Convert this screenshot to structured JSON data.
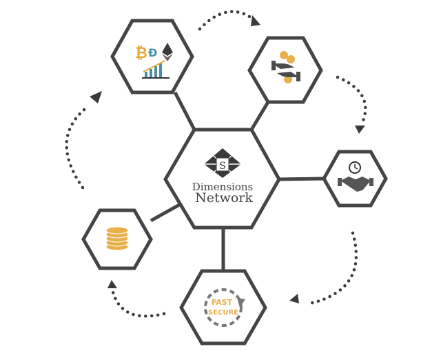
{
  "center": {
    "brand_line1": "Dimensions",
    "brand_line2": "Network",
    "logo_letter": "S"
  },
  "nodes": [
    {
      "id": "crypto",
      "icon": "crypto-chart-icon"
    },
    {
      "id": "hands-coins",
      "icon": "hands-coin-icon"
    },
    {
      "id": "handshake",
      "icon": "handshake-clock-icon"
    },
    {
      "id": "coins",
      "icon": "coin-stack-icon"
    },
    {
      "id": "fast-secure",
      "icon": "cycle-arrow-icon",
      "label1": "FAST",
      "label2": "SECURE"
    }
  ],
  "colors": {
    "stroke": "#454545",
    "gold": "#e8b04a",
    "teal": "#4a8fa8"
  }
}
